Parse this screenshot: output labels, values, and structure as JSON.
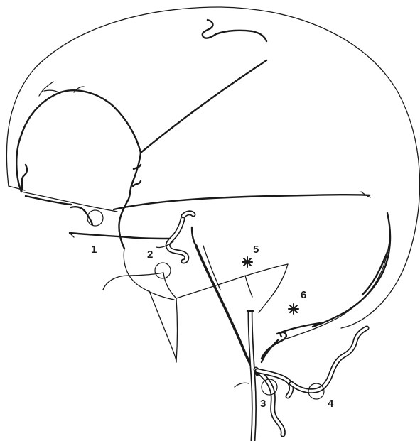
{
  "labels": {
    "site_1": "1",
    "site_2": "2",
    "site_3": "3",
    "site_4": "4",
    "site_5": "5",
    "site_6": "6"
  },
  "colors": {
    "line": "#1a1a1a",
    "background": "#ffffff"
  }
}
